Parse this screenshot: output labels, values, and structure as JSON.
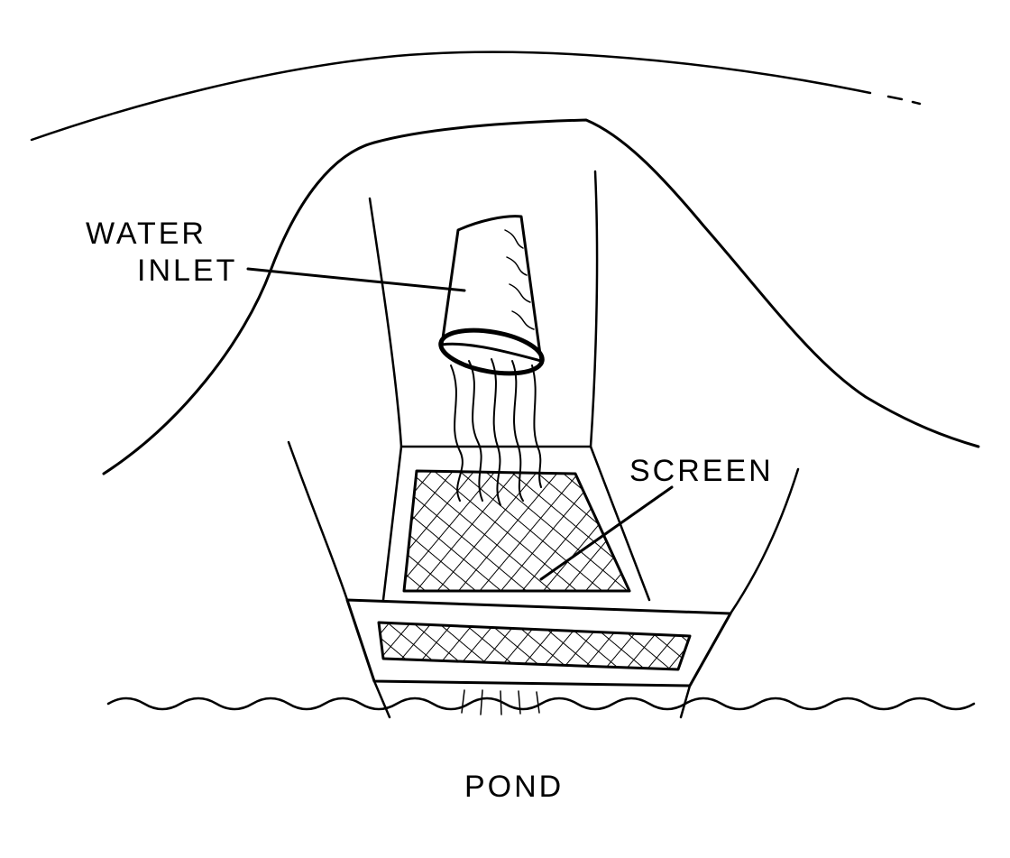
{
  "labels": {
    "water": "WATER",
    "inlet": "INLET",
    "screen": "SCREEN",
    "pond": "POND"
  },
  "colors": {
    "ink": "#000000",
    "background": "#ffffff"
  }
}
